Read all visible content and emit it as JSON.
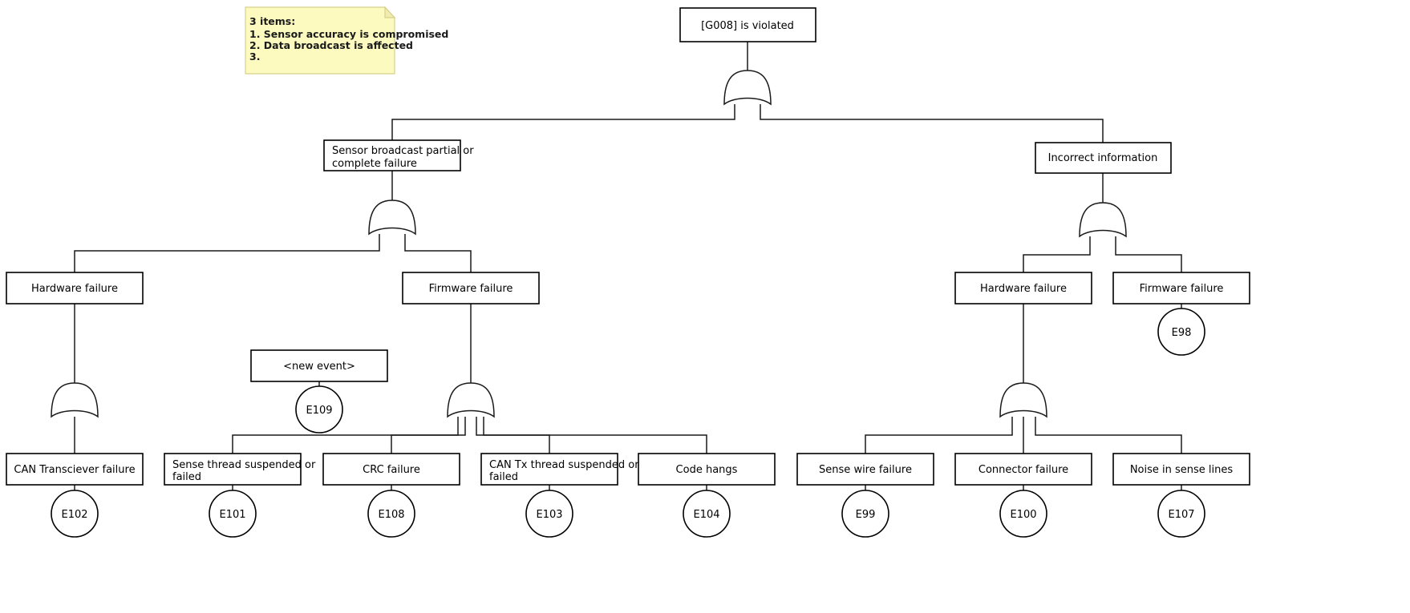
{
  "diagram": {
    "type": "fault-tree",
    "title": "[G008] is violated"
  },
  "note": {
    "header": "3 items:",
    "lines": [
      "1. Sensor accuracy is compromised",
      "2. Data broadcast is affected",
      "3."
    ]
  },
  "nodes": {
    "root": {
      "label": "[G008] is violated"
    },
    "sensor_broadcast": {
      "label_line1": "Sensor broadcast partial or",
      "label_line2": "complete failure"
    },
    "incorrect_info": {
      "label": "Incorrect information"
    },
    "hw_left": {
      "label": "Hardware failure"
    },
    "fw_left": {
      "label": "Firmware failure"
    },
    "hw_right": {
      "label": "Hardware failure"
    },
    "fw_right": {
      "label": "Firmware failure"
    },
    "new_event": {
      "label": "<new event>"
    },
    "can_transciever": {
      "label": "CAN Transciever failure"
    },
    "sense_thread": {
      "label_line1": "Sense thread suspended or",
      "label_line2": "failed"
    },
    "crc_failure": {
      "label": "CRC failure"
    },
    "can_tx_thread": {
      "label_line1": "CAN Tx thread suspended or",
      "label_line2": "failed"
    },
    "code_hangs": {
      "label": "Code hangs"
    },
    "sense_wire": {
      "label": "Sense wire failure"
    },
    "connector": {
      "label": "Connector failure"
    },
    "noise_sense": {
      "label": "Noise in sense lines"
    }
  },
  "events": {
    "e98": {
      "id": "E98"
    },
    "e109": {
      "id": "E109"
    },
    "e102": {
      "id": "E102"
    },
    "e101": {
      "id": "E101"
    },
    "e108": {
      "id": "E108"
    },
    "e103": {
      "id": "E103"
    },
    "e104": {
      "id": "E104"
    },
    "e99": {
      "id": "E99"
    },
    "e100": {
      "id": "E100"
    },
    "e107": {
      "id": "E107"
    }
  },
  "gates": {
    "g_root": {
      "type": "OR"
    },
    "g_sensor": {
      "type": "OR"
    },
    "g_incorrect": {
      "type": "OR"
    },
    "g_hw_left": {
      "type": "OR"
    },
    "g_fw_left": {
      "type": "OR"
    },
    "g_hw_right": {
      "type": "OR"
    }
  },
  "colors": {
    "stroke": "#1a1a1a",
    "note_fill": "#fdfac0",
    "note_border": "#d8d08a",
    "background": "#ffffff"
  }
}
